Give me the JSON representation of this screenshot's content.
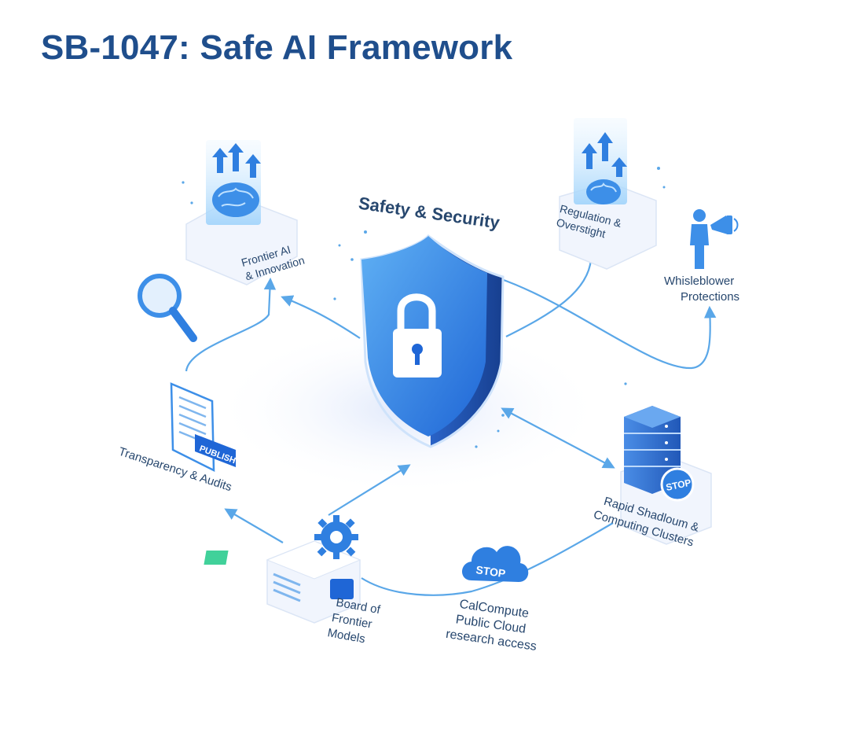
{
  "title": "SB-1047: Safe AI Framework",
  "center": {
    "label": "Safety & Security"
  },
  "nodes": {
    "frontier": {
      "lines": [
        "Frontier AI",
        "& Innovation"
      ]
    },
    "regulation": {
      "lines": [
        "Regulation &",
        "Overstight"
      ]
    },
    "whistleblower": {
      "lines": [
        "Whisleblower",
        "Protections"
      ]
    },
    "transparency": {
      "label": "Transparency & Audits",
      "badge": "PUBLISH"
    },
    "board": {
      "lines": [
        "Board of",
        "Frontier",
        "Models"
      ]
    },
    "calcompute": {
      "lines": [
        "CalCompute",
        "Public Cloud",
        "research access"
      ],
      "badge": "STOP"
    },
    "rapid": {
      "lines": [
        "Rapid Shadloum &",
        "Computing Clusters"
      ],
      "badge": "STOP"
    }
  },
  "colors": {
    "title": "#1f4e8c",
    "accent": "#2f7fe0",
    "arrow": "#5aa7e8",
    "text": "#27476e"
  },
  "icons": [
    "shield-lock-icon",
    "brain-icon",
    "up-arrows-icon",
    "megaphone-person-icon",
    "magnifier-icon",
    "document-icon",
    "gear-icon",
    "server-stack-icon",
    "cloud-icon"
  ]
}
